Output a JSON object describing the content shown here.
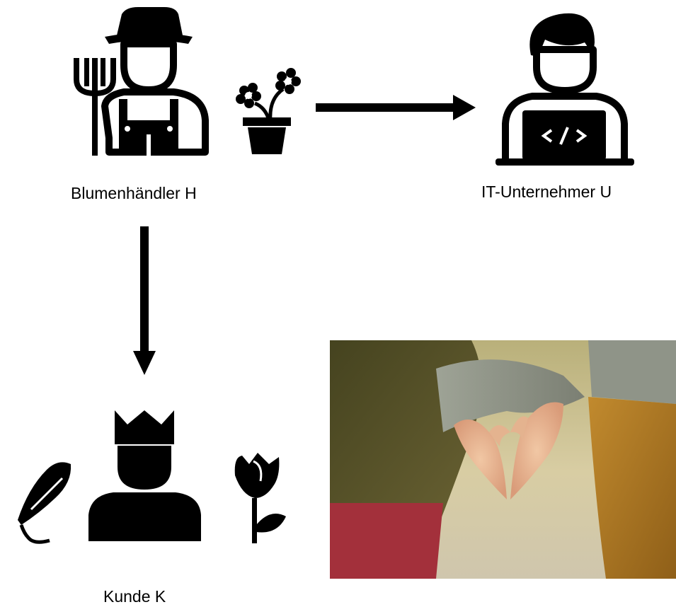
{
  "nodes": {
    "florist": {
      "label": "Blumenhändler H",
      "icons": [
        "farmer-icon",
        "flower-pot-icon"
      ]
    },
    "it_entrepreneur": {
      "label": "IT-Unternehmer U",
      "icons": [
        "programmer-laptop-icon"
      ]
    },
    "customer": {
      "label": "Kunde K",
      "icons": [
        "feather-quill-icon",
        "king-customer-icon",
        "rose-icon"
      ]
    }
  },
  "edges": [
    {
      "from": "florist",
      "to": "it_entrepreneur",
      "style": "arrow"
    },
    {
      "from": "florist",
      "to": "customer",
      "style": "arrow"
    }
  ],
  "photo": {
    "subject": "heart-hands-photo"
  },
  "colors": {
    "ink": "#000000",
    "background": "#ffffff"
  }
}
